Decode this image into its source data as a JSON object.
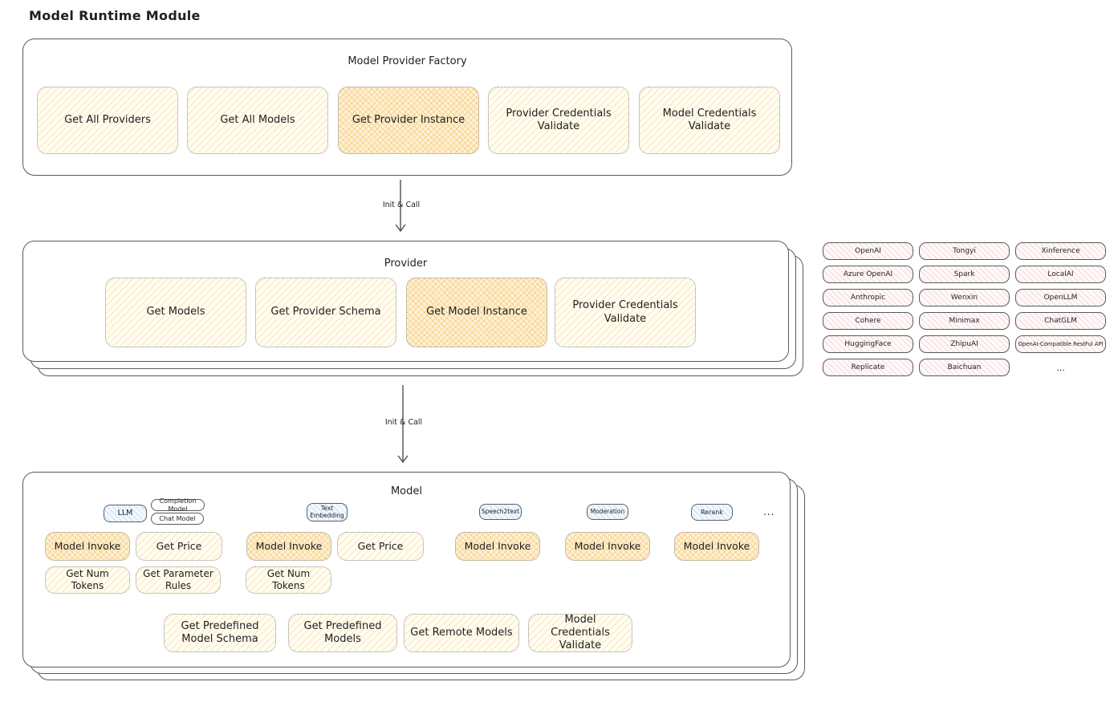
{
  "page_title": "Model Runtime Module",
  "colors": {
    "yellow_fill": "#fff9e6",
    "orange_highlight_fill": "#f8d98e",
    "pink_fill": "#ffeaea",
    "blue_fill": "#e7f3fd",
    "stroke": "#5a5a5a"
  },
  "factory": {
    "title": "Model Provider Factory",
    "buttons": [
      {
        "label": "Get All Providers",
        "highlight": false
      },
      {
        "label": "Get All Models",
        "highlight": false
      },
      {
        "label": "Get Provider Instance",
        "highlight": true
      },
      {
        "label": "Provider Credentials Validate",
        "highlight": false
      },
      {
        "label": "Model Credentials Validate",
        "highlight": false
      }
    ]
  },
  "arrow1": {
    "label": "Init & Call"
  },
  "arrow2": {
    "label": "Init & Call"
  },
  "provider": {
    "title": "Provider",
    "buttons": [
      {
        "label": "Get Models",
        "highlight": false
      },
      {
        "label": "Get Provider Schema",
        "highlight": false
      },
      {
        "label": "Get Model Instance",
        "highlight": true
      },
      {
        "label": "Provider Credentials Validate",
        "highlight": false
      }
    ]
  },
  "providers_panel": {
    "items": [
      "OpenAI",
      "Tongyi",
      "Xinference",
      "Azure OpenAI",
      "Spark",
      "LocalAI",
      "Anthropic",
      "Wenxin",
      "OpenLLM",
      "Cohere",
      "Minimax",
      "ChatGLM",
      "HuggingFace",
      "ZhipuAI",
      "OpenAI-Compatible RestFul API",
      "Replicate",
      "Baichuan"
    ],
    "more": "..."
  },
  "model": {
    "title": "Model",
    "badges": {
      "llm": "LLM",
      "completion": "Completion Model",
      "chat": "Chat Model",
      "text_embedding": "Text Embedding",
      "speech2text": "Speech2text",
      "moderation": "Moderation",
      "rerank": "Rerank",
      "more": "..."
    },
    "ops": {
      "model_invoke": "Model Invoke",
      "get_price": "Get Price",
      "get_num_tokens": "Get Num Tokens",
      "get_parameter_rules": "Get Parameter Rules",
      "get_predefined_model_schema": "Get Predefined Model Schema",
      "get_predefined_models": "Get Predefined Models",
      "get_remote_models": "Get Remote Models",
      "model_credentials_validate": "Model Credentials Validate"
    }
  }
}
